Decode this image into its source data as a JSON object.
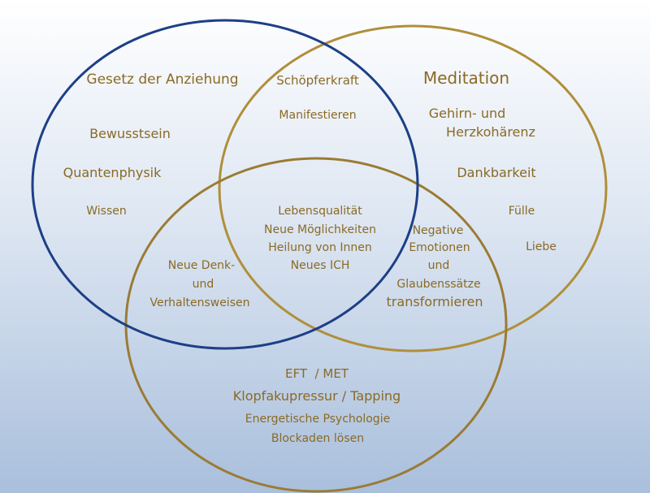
{
  "colors": {
    "background_top": "#ffffff",
    "background_bottom": "#a9bfdc",
    "circle_left": "#1d3f86",
    "circle_right": "#b08f3a",
    "circle_bottom": "#9b7b34",
    "text": "#8a6a25"
  },
  "circles": {
    "left": {
      "labels": {
        "law_of_attraction": "Gesetz der Anziehung",
        "awareness": "Bewusstsein",
        "quantum_physics": "Quantenphysik",
        "knowledge": "Wissen"
      }
    },
    "right": {
      "labels": {
        "meditation": "Meditation",
        "coherence_line1": "Gehirn- und",
        "coherence_line2": "Herzkohärenz",
        "gratitude": "Dankbarkeit",
        "abundance": "Fülle",
        "love": "Liebe"
      }
    },
    "bottom": {
      "labels": {
        "eft_met": "EFT  / MET",
        "tapping": "Klopfakupressur / Tapping",
        "energy_psychology": "Energetische Psychologie",
        "release_blocks": "Blockaden lösen"
      }
    }
  },
  "overlaps": {
    "left_right": {
      "creative_power": "Schöpferkraft",
      "manifest": "Manifestieren"
    },
    "left_bottom": {
      "line1": "Neue Denk-",
      "line2": "und",
      "line3": "Verhaltensweisen"
    },
    "right_bottom": {
      "line1": "Negative",
      "line2": "Emotionen",
      "line3": "und",
      "line4": "Glaubenssätze",
      "line5": "transformieren"
    },
    "center": {
      "line1": "Lebensqualität",
      "line2": "Neue Möglichkeiten",
      "line3": "Heilung von Innen",
      "line4": "Neues ICH"
    }
  }
}
